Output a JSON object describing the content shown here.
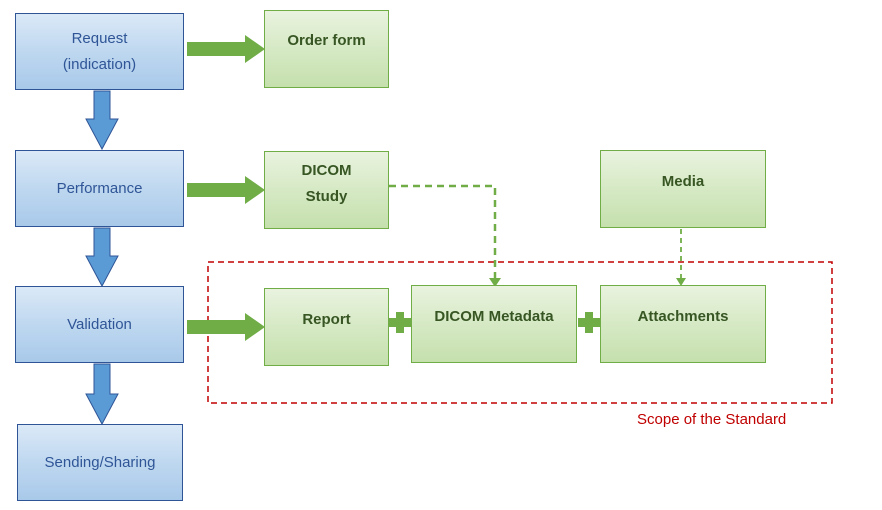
{
  "colors": {
    "blue_border": "#2f5597",
    "blue_text": "#2f5597",
    "blue_arrow": "#5b9bd5",
    "green_border": "#70ad47",
    "green_arrow": "#70ad47",
    "green_text": "#375623",
    "scope_red": "#c00000"
  },
  "process_steps": [
    {
      "id": "request",
      "label": "Request\n(indication)"
    },
    {
      "id": "performance",
      "label": "Performance"
    },
    {
      "id": "validation",
      "label": "Validation"
    },
    {
      "id": "sending",
      "label": "Sending/Sharing"
    }
  ],
  "artifacts": [
    {
      "id": "order_form",
      "label": "Order form"
    },
    {
      "id": "dicom_study",
      "label": "DICOM\nStudy"
    },
    {
      "id": "media",
      "label": "Media"
    },
    {
      "id": "report",
      "label": "Report"
    },
    {
      "id": "dicom_metadata",
      "label": "DICOM Metadata"
    },
    {
      "id": "attachments",
      "label": "Attachments"
    }
  ],
  "scope": {
    "label": "Scope of the Standard"
  }
}
